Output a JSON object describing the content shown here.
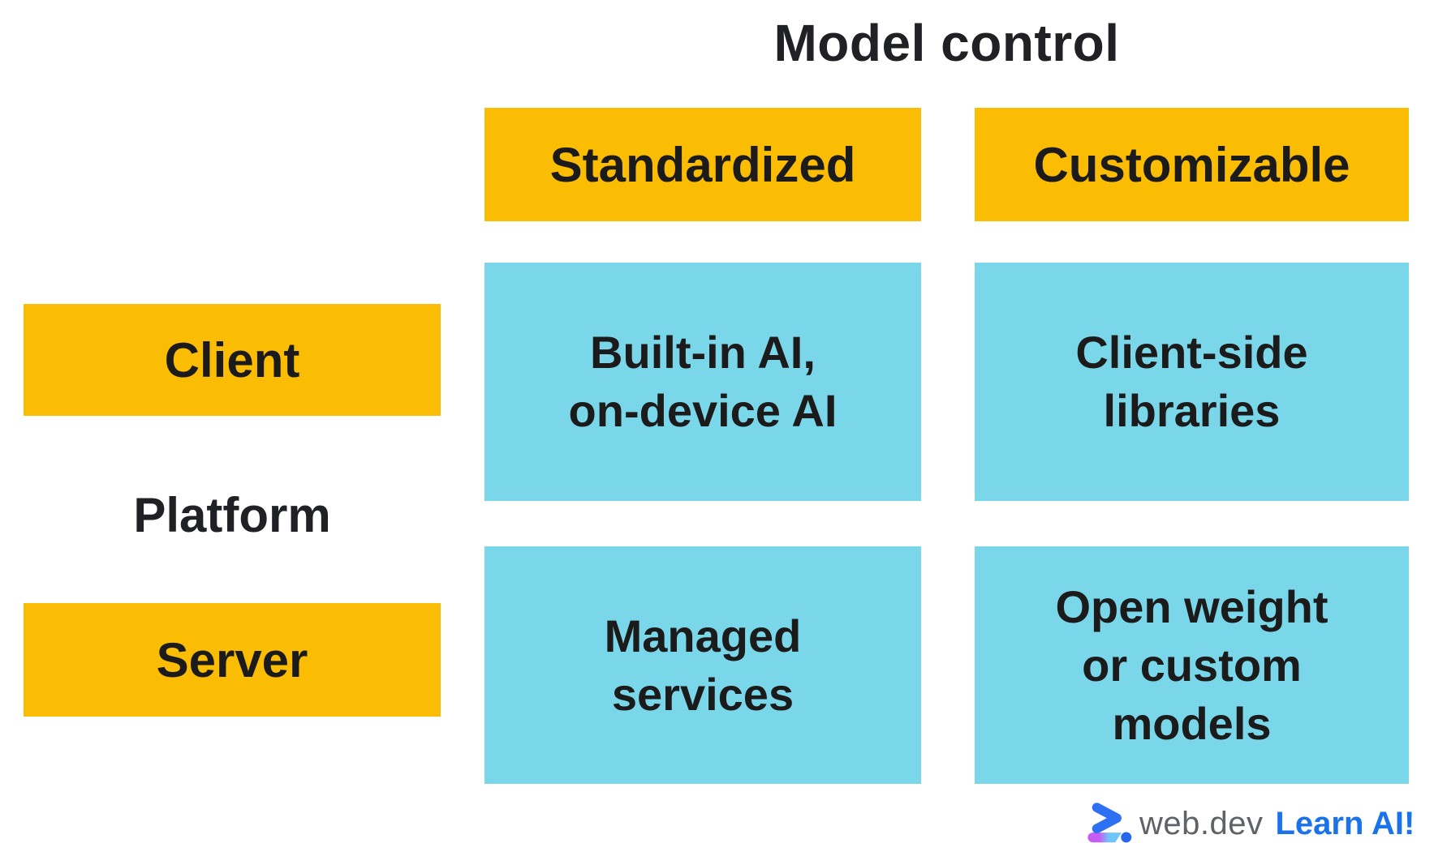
{
  "title": "Model control",
  "matrix": {
    "column_axis": {
      "labels": [
        "Standardized",
        "Customizable"
      ]
    },
    "row_axis": {
      "title": "Platform",
      "labels": [
        "Client",
        "Server"
      ]
    },
    "cells": [
      {
        "row": "Client",
        "column": "Standardized",
        "text": "Built-in AI,\non-device AI"
      },
      {
        "row": "Client",
        "column": "Customizable",
        "text": "Client-side\nlibraries"
      },
      {
        "row": "Server",
        "column": "Standardized",
        "text": "Managed\nservices"
      },
      {
        "row": "Server",
        "column": "Customizable",
        "text": "Open weight\nor custom\nmodels"
      }
    ]
  },
  "footer": {
    "brand": "web.dev",
    "campaign": "Learn AI!",
    "logo_icon": "web-dev-chevron-logo"
  },
  "colors": {
    "header_yellow": "#FBBC04",
    "cell_cyan": "#7AD7E9",
    "text_dark": "#202124",
    "brand_gray": "#5F6368",
    "campaign_blue": "#1A73E8",
    "logo_chevron_blue": "#2E70F4",
    "logo_bar_purple": "#C55CF4",
    "logo_bar_lightblue": "#6FC5F8",
    "logo_dot_blue": "#2566EF"
  }
}
